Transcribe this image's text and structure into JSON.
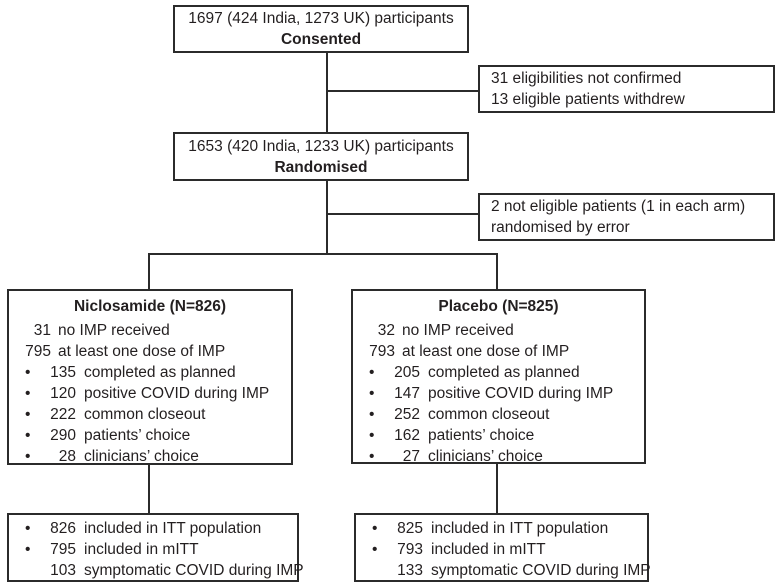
{
  "consented": {
    "line1": "1697 (424 India, 1273 UK) participants",
    "line2": "Consented"
  },
  "not_confirmed": {
    "line1": "31 eligibilities not confirmed",
    "line2": "13 eligible patients withdrew"
  },
  "randomised": {
    "line1": "1653 (420 India, 1233 UK) participants",
    "line2": "Randomised"
  },
  "randomised_error": {
    "line1": "2 not eligible patients (1 in each arm)",
    "line2": "randomised by error"
  },
  "niclosamide": {
    "title": "Niclosamide (N=826)",
    "plain": [
      {
        "num": "31",
        "label": "no IMP received"
      },
      {
        "num": "795",
        "label": "at least one dose of IMP"
      }
    ],
    "bullet_glyph": "•",
    "bullets": [
      {
        "num": "135",
        "label": "completed as planned"
      },
      {
        "num": "120",
        "label": "positive COVID during IMP"
      },
      {
        "num": "222",
        "label": "common closeout"
      },
      {
        "num": "290",
        "label": "patients’ choice"
      },
      {
        "num": "28",
        "label": "clinicians’ choice"
      }
    ]
  },
  "placebo": {
    "title": "Placebo (N=825)",
    "plain": [
      {
        "num": "32",
        "label": "no IMP received"
      },
      {
        "num": "793",
        "label": "at least one dose of IMP"
      }
    ],
    "bullet_glyph": "•",
    "bullets": [
      {
        "num": "205",
        "label": "completed as planned"
      },
      {
        "num": "147",
        "label": "positive COVID during IMP"
      },
      {
        "num": "252",
        "label": "common closeout"
      },
      {
        "num": "162",
        "label": "patients’ choice"
      },
      {
        "num": "27",
        "label": "clinicians’ choice"
      }
    ]
  },
  "itt_left": {
    "bullets": [
      {
        "num": "826",
        "label": "included in ITT population"
      },
      {
        "num": "795",
        "label": "included in mITT"
      }
    ],
    "plain": {
      "num": "103",
      "label": "symptomatic COVID during IMP"
    }
  },
  "itt_right": {
    "bullets": [
      {
        "num": "825",
        "label": "included in ITT population"
      },
      {
        "num": "793",
        "label": "included in mITT"
      }
    ],
    "plain": {
      "num": "133",
      "label": "symptomatic COVID during IMP"
    }
  },
  "colors": {
    "line": "#2b2b2b",
    "text": "#231f20",
    "background": "#ffffff"
  }
}
